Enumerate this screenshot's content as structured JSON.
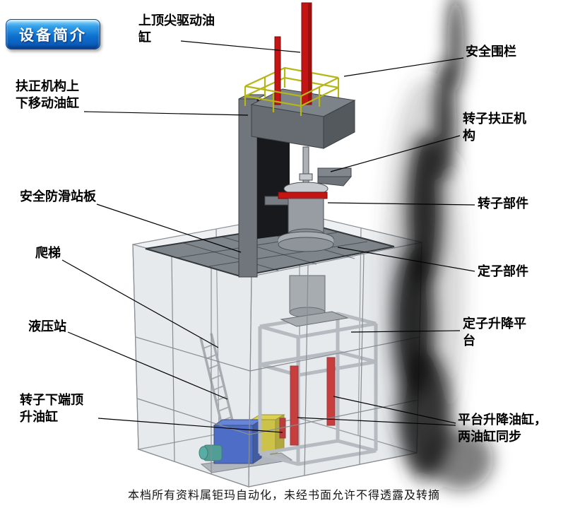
{
  "badge": {
    "text": "设备简介"
  },
  "labels": {
    "top_drive_cylinder": "上顶尖驱动油缸",
    "safety_fence": "安全围栏",
    "centering_lift_cylinder": "扶正机构上下移动油缸",
    "rotor_centering_mechanism": "转子扶正机构",
    "anti_slip_platform": "安全防滑站板",
    "rotor_component": "转子部件",
    "ladder": "爬梯",
    "stator_component": "定子部件",
    "hydraulic_station": "液压站",
    "stator_lift_platform": "定子升降平台",
    "rotor_bottom_jack_cylinder": "转子下端顶升油缸",
    "platform_lift_cylinders": "平台升降油缸，两油缸同步"
  },
  "footer": {
    "text": "本档所有资料属钜玛自动化，未经书面允许不得透露及转摘"
  },
  "illustration": {
    "type": "isometric-cad-rendering",
    "description": "Isometric CAD view of a motor assembly station inside a translucent safety enclosure, with callout lines to labeled components"
  },
  "colors": {
    "badge_blue": "#0d6fce",
    "cylinder_red": "#c41414",
    "railing_yellow": "#b6b616",
    "hydraulic_blue": "#2a50c0",
    "cabinet_yellow": "#cabd1e",
    "machine_gray": "#8a9096",
    "label_text": "#000000",
    "background": "#ffffff"
  }
}
